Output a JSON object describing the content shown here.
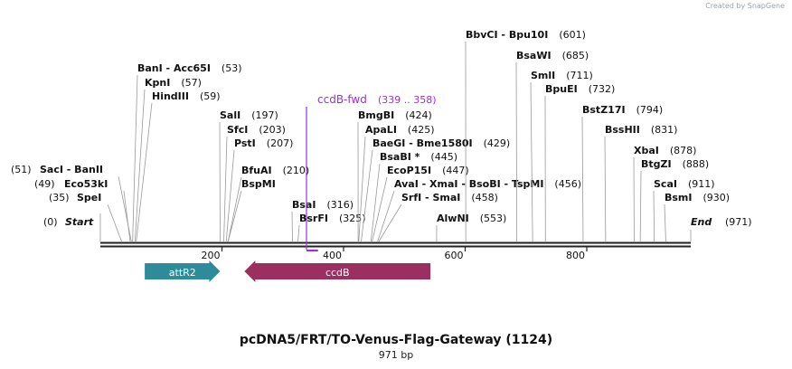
{
  "header": {
    "credit": "Created by SnapGene"
  },
  "map": {
    "name": "pcDNA5/FRT/TO-Venus-Flag-Gateway (1124)",
    "length_label": "971 bp",
    "length": 971,
    "ticks": [
      "200",
      "400",
      "600",
      "800"
    ],
    "start_label": "Start",
    "start_pos": "(0)",
    "end_label": "End",
    "end_pos": "(971)"
  },
  "enzymes": [
    {
      "names": [
        "BanI",
        "Acc65I"
      ],
      "pos": "(53)",
      "site": 53
    },
    {
      "names": [
        "KpnI"
      ],
      "pos": "(57)",
      "site": 57
    },
    {
      "names": [
        "HindIII"
      ],
      "pos": "(59)",
      "site": 59
    },
    {
      "names": [
        "SacI",
        "BanII"
      ],
      "pos": "(51)",
      "site": 51
    },
    {
      "names": [
        "Eco53kI"
      ],
      "pos": "(49)",
      "site": 49
    },
    {
      "names": [
        "SpeI"
      ],
      "pos": "(35)",
      "site": 35
    },
    {
      "names": [
        "SalI"
      ],
      "pos": "(197)",
      "site": 197
    },
    {
      "names": [
        "SfcI"
      ],
      "pos": "(203)",
      "site": 203
    },
    {
      "names": [
        "PstI"
      ],
      "pos": "(207)",
      "site": 207
    },
    {
      "names": [
        "BfuAI"
      ],
      "pos": "(210)",
      "site": 210
    },
    {
      "names": [
        "BspMI"
      ],
      "pos": "",
      "site": 210
    },
    {
      "names": [
        "BsaI"
      ],
      "pos": "(316)",
      "site": 316
    },
    {
      "names": [
        "BsrFI"
      ],
      "pos": "(325)",
      "site": 325
    },
    {
      "names": [
        "BmgBI"
      ],
      "pos": "(424)",
      "site": 424
    },
    {
      "names": [
        "ApaLI"
      ],
      "pos": "(425)",
      "site": 425
    },
    {
      "names": [
        "BaeGI",
        "Bme1580I"
      ],
      "pos": "(429)",
      "site": 429
    },
    {
      "names": [
        "BsaBI *"
      ],
      "pos": "(445)",
      "site": 445
    },
    {
      "names": [
        "EcoP15I"
      ],
      "pos": "(447)",
      "site": 447
    },
    {
      "names": [
        "AvaI",
        "XmaI",
        "BsoBI",
        "TspMI"
      ],
      "pos": "(456)",
      "site": 456
    },
    {
      "names": [
        "SrfI",
        "SmaI"
      ],
      "pos": "(458)",
      "site": 458
    },
    {
      "names": [
        "AlwNI"
      ],
      "pos": "(553)",
      "site": 553
    },
    {
      "names": [
        "BbvCI",
        "Bpu10I"
      ],
      "pos": "(601)",
      "site": 601
    },
    {
      "names": [
        "BsaWI"
      ],
      "pos": "(685)",
      "site": 685
    },
    {
      "names": [
        "SmlI"
      ],
      "pos": "(711)",
      "site": 711
    },
    {
      "names": [
        "BpuEI"
      ],
      "pos": "(732)",
      "site": 732
    },
    {
      "names": [
        "BstZ17I"
      ],
      "pos": "(794)",
      "site": 794
    },
    {
      "names": [
        "BssHII"
      ],
      "pos": "(831)",
      "site": 831
    },
    {
      "names": [
        "XbaI"
      ],
      "pos": "(878)",
      "site": 878
    },
    {
      "names": [
        "BtgZI"
      ],
      "pos": "(888)",
      "site": 888
    },
    {
      "names": [
        "ScaI"
      ],
      "pos": "(911)",
      "site": 911
    },
    {
      "names": [
        "BsmI"
      ],
      "pos": "(930)",
      "site": 930
    }
  ],
  "primer": {
    "name": "ccdB-fwd",
    "range": "(339 .. 358)",
    "start": 339,
    "end": 358,
    "color": "#9b30d9"
  },
  "features": [
    {
      "name": "attR2",
      "start": 73,
      "end": 197,
      "direction": "forward",
      "color": "#2e8b9a"
    },
    {
      "name": "ccdB",
      "start": 237,
      "end": 543,
      "direction": "reverse",
      "color": "#9b3060"
    }
  ]
}
